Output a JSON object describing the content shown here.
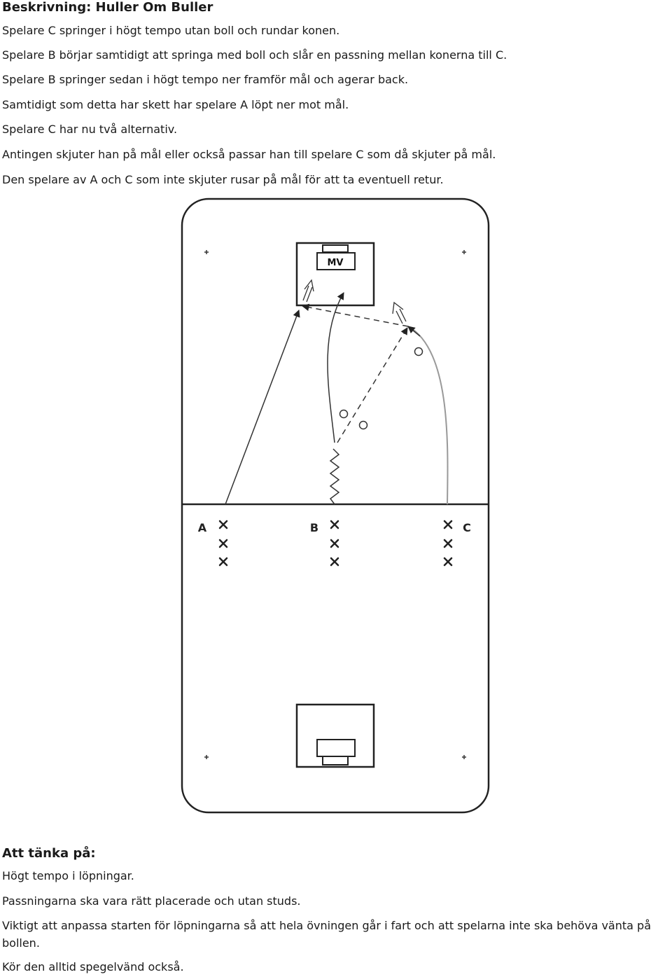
{
  "description": {
    "heading": "Beskrivning: Huller Om Buller",
    "lines": [
      "Spelare C springer i högt tempo utan boll och rundar konen.",
      "Spelare B börjar samtidigt att springa med boll och slår en passning mellan konerna till C.",
      "Spelare B springer sedan i högt tempo ner framför mål och agerar back.",
      "Samtidigt som detta har skett har spelare A löpt ner mot mål.",
      "Spelare C har nu två alternativ.",
      "Antingen skjuter han på mål eller också passar han till spelare C som då skjuter på mål.",
      "Den spelare av A och C som inte skjuter rusar på mål för att ta eventuell retur."
    ]
  },
  "diagram": {
    "goalkeeper_label": "MV",
    "player_labels": {
      "a": "A",
      "b": "B",
      "c": "C"
    }
  },
  "tips": {
    "heading": "Att tänka på:",
    "lines": [
      "Högt tempo i löpningar.",
      "Passningarna ska vara rätt placerade och utan studs.",
      "Viktigt att anpassa starten för löpningarna så att hela övningen går i fart och att spelarna inte ska behöva vänta på bollen.",
      "Kör den alltid spegelvänd också."
    ]
  }
}
